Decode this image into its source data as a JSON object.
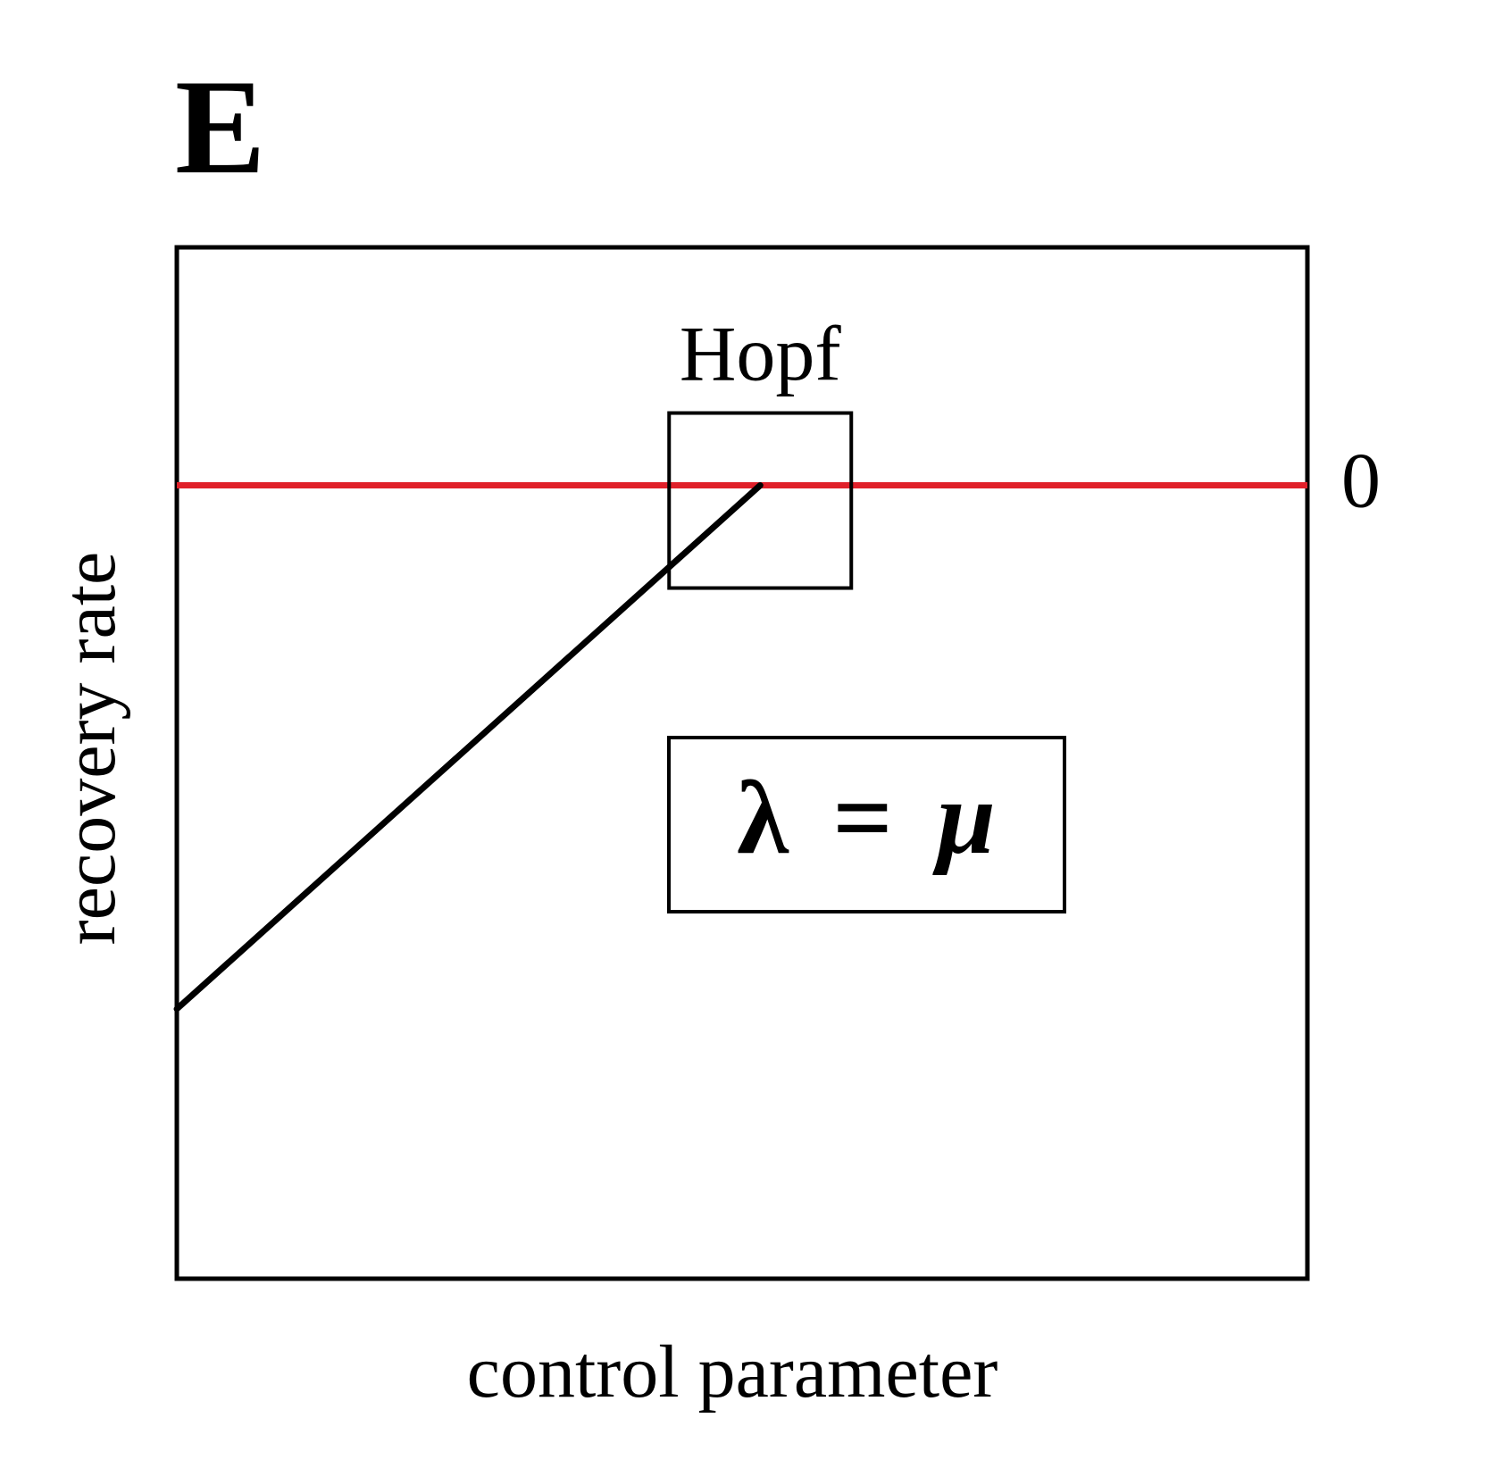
{
  "panel_label": "E",
  "chart_data": {
    "type": "line",
    "title": "",
    "xlabel": "control parameter",
    "ylabel": "recovery rate",
    "x_tick_labels": [],
    "y_tick_labels": [
      "0"
    ],
    "ylim": [
      -1,
      0.3
    ],
    "xlim": [
      0,
      1
    ],
    "grid": false,
    "series": [
      {
        "values_xy": [
          [
            0,
            -0.66
          ],
          [
            0.516,
            0
          ]
        ],
        "color": "#000000"
      }
    ],
    "reference_lines": [
      {
        "axis": "y",
        "value": 0,
        "label": "0",
        "color": "#e0202a"
      }
    ],
    "annotations": {
      "bifurcation_label": "Hopf",
      "formula": {
        "lhs": "λ",
        "op": "=",
        "rhs": "μ"
      }
    }
  }
}
